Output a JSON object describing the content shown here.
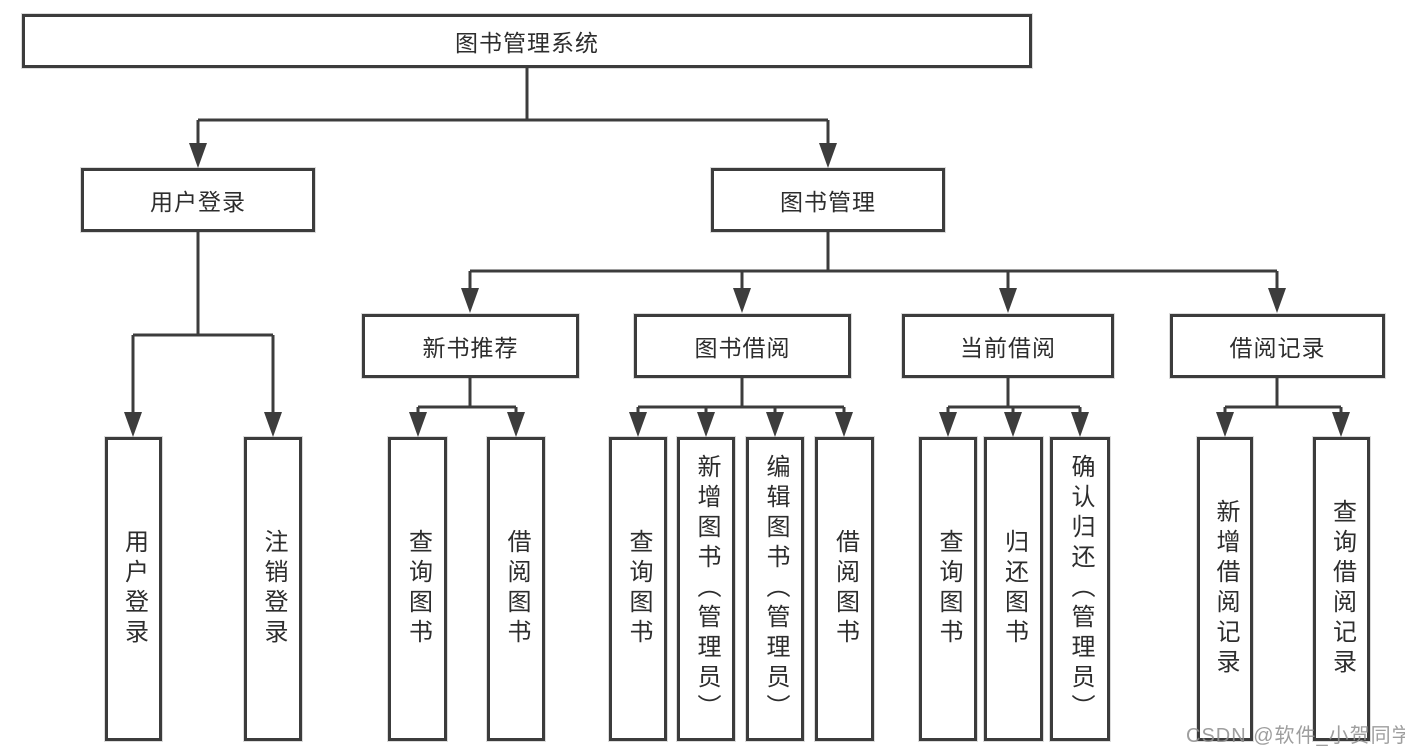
{
  "diagram": {
    "title": "图书管理系统",
    "watermark": "CSDN @软件_小贺同学",
    "colors": {
      "background": "#ffffff",
      "box_border": "#3c3c3c",
      "line": "#3c3c3c",
      "text": "#2d2d2d",
      "watermark": "#919191"
    },
    "tree": {
      "root": {
        "label": "图书管理系统"
      },
      "branches": [
        {
          "label": "用户登录",
          "children": [
            {
              "label": "用户登录"
            },
            {
              "label": "注销登录"
            }
          ]
        },
        {
          "label": "图书管理",
          "modules": [
            {
              "label": "新书推荐",
              "children": [
                {
                  "label": "查询图书"
                },
                {
                  "label": "借阅图书"
                }
              ]
            },
            {
              "label": "图书借阅",
              "children": [
                {
                  "label": "查询图书"
                },
                {
                  "label": "新增图书（管理员）"
                },
                {
                  "label": "编辑图书（管理员）"
                },
                {
                  "label": "借阅图书"
                }
              ]
            },
            {
              "label": "当前借阅",
              "children": [
                {
                  "label": "查询图书"
                },
                {
                  "label": "归还图书"
                },
                {
                  "label": "确认归还（管理员）"
                }
              ]
            },
            {
              "label": "借阅记录",
              "children": [
                {
                  "label": "新增借阅记录"
                },
                {
                  "label": "查询借阅记录"
                }
              ]
            }
          ]
        }
      ]
    }
  }
}
